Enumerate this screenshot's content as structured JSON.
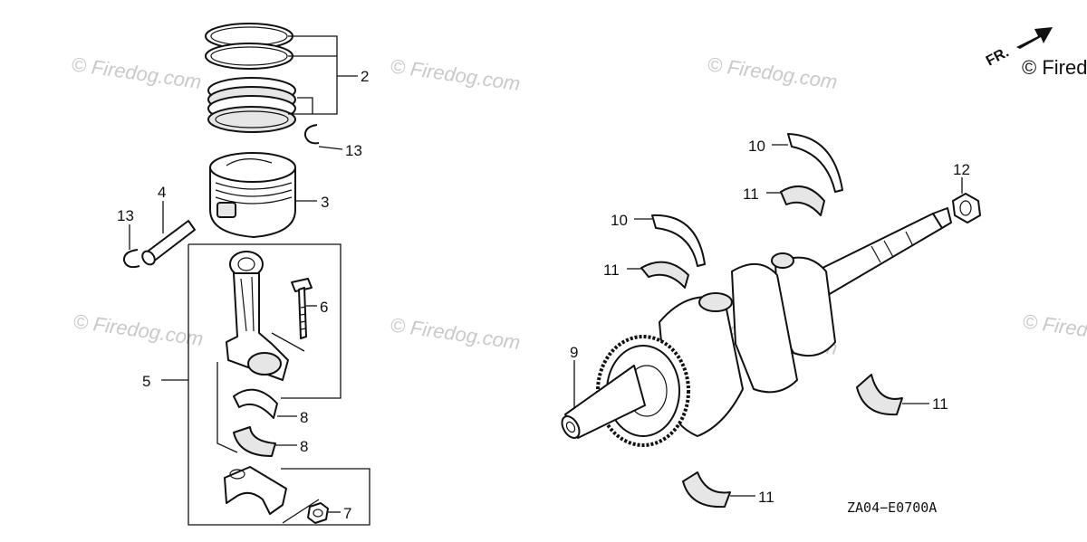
{
  "watermark": "© Firedog.com",
  "direction_marker": {
    "label": "FR."
  },
  "diagram_code": "ZA04−E0700A",
  "callouts": {
    "piston_rings": "2",
    "piston": "3",
    "piston_pin": "4",
    "connecting_rod_assy": "5",
    "rod_bolt": "6",
    "rod_nut": "7",
    "rod_bearing_upper": "8",
    "rod_bearing_lower": "8",
    "crankshaft": "9",
    "thrust_washer_upper": "10",
    "thrust_washer_lower": "10",
    "main_bearing_a": "11",
    "main_bearing_b": "11",
    "main_bearing_c": "11",
    "main_bearing_d": "11",
    "crank_nut": "12",
    "pin_clip_right": "13",
    "pin_clip_left": "13"
  }
}
